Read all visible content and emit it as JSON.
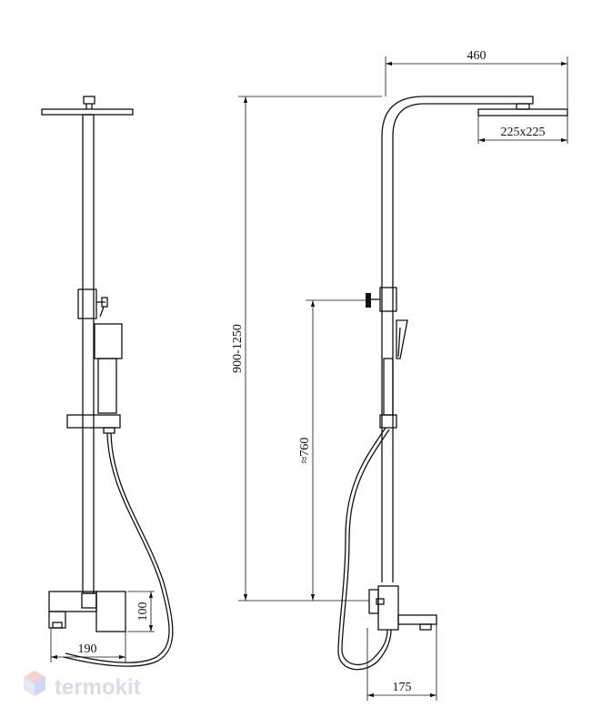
{
  "dimensions": {
    "top_width": "460",
    "head_size": "225x225",
    "height_range": "900-1250",
    "holder_height": "≈760",
    "mixer_height": "100",
    "mixer_width": "190",
    "spout_length": "175"
  },
  "watermark": {
    "text": "termokit"
  }
}
